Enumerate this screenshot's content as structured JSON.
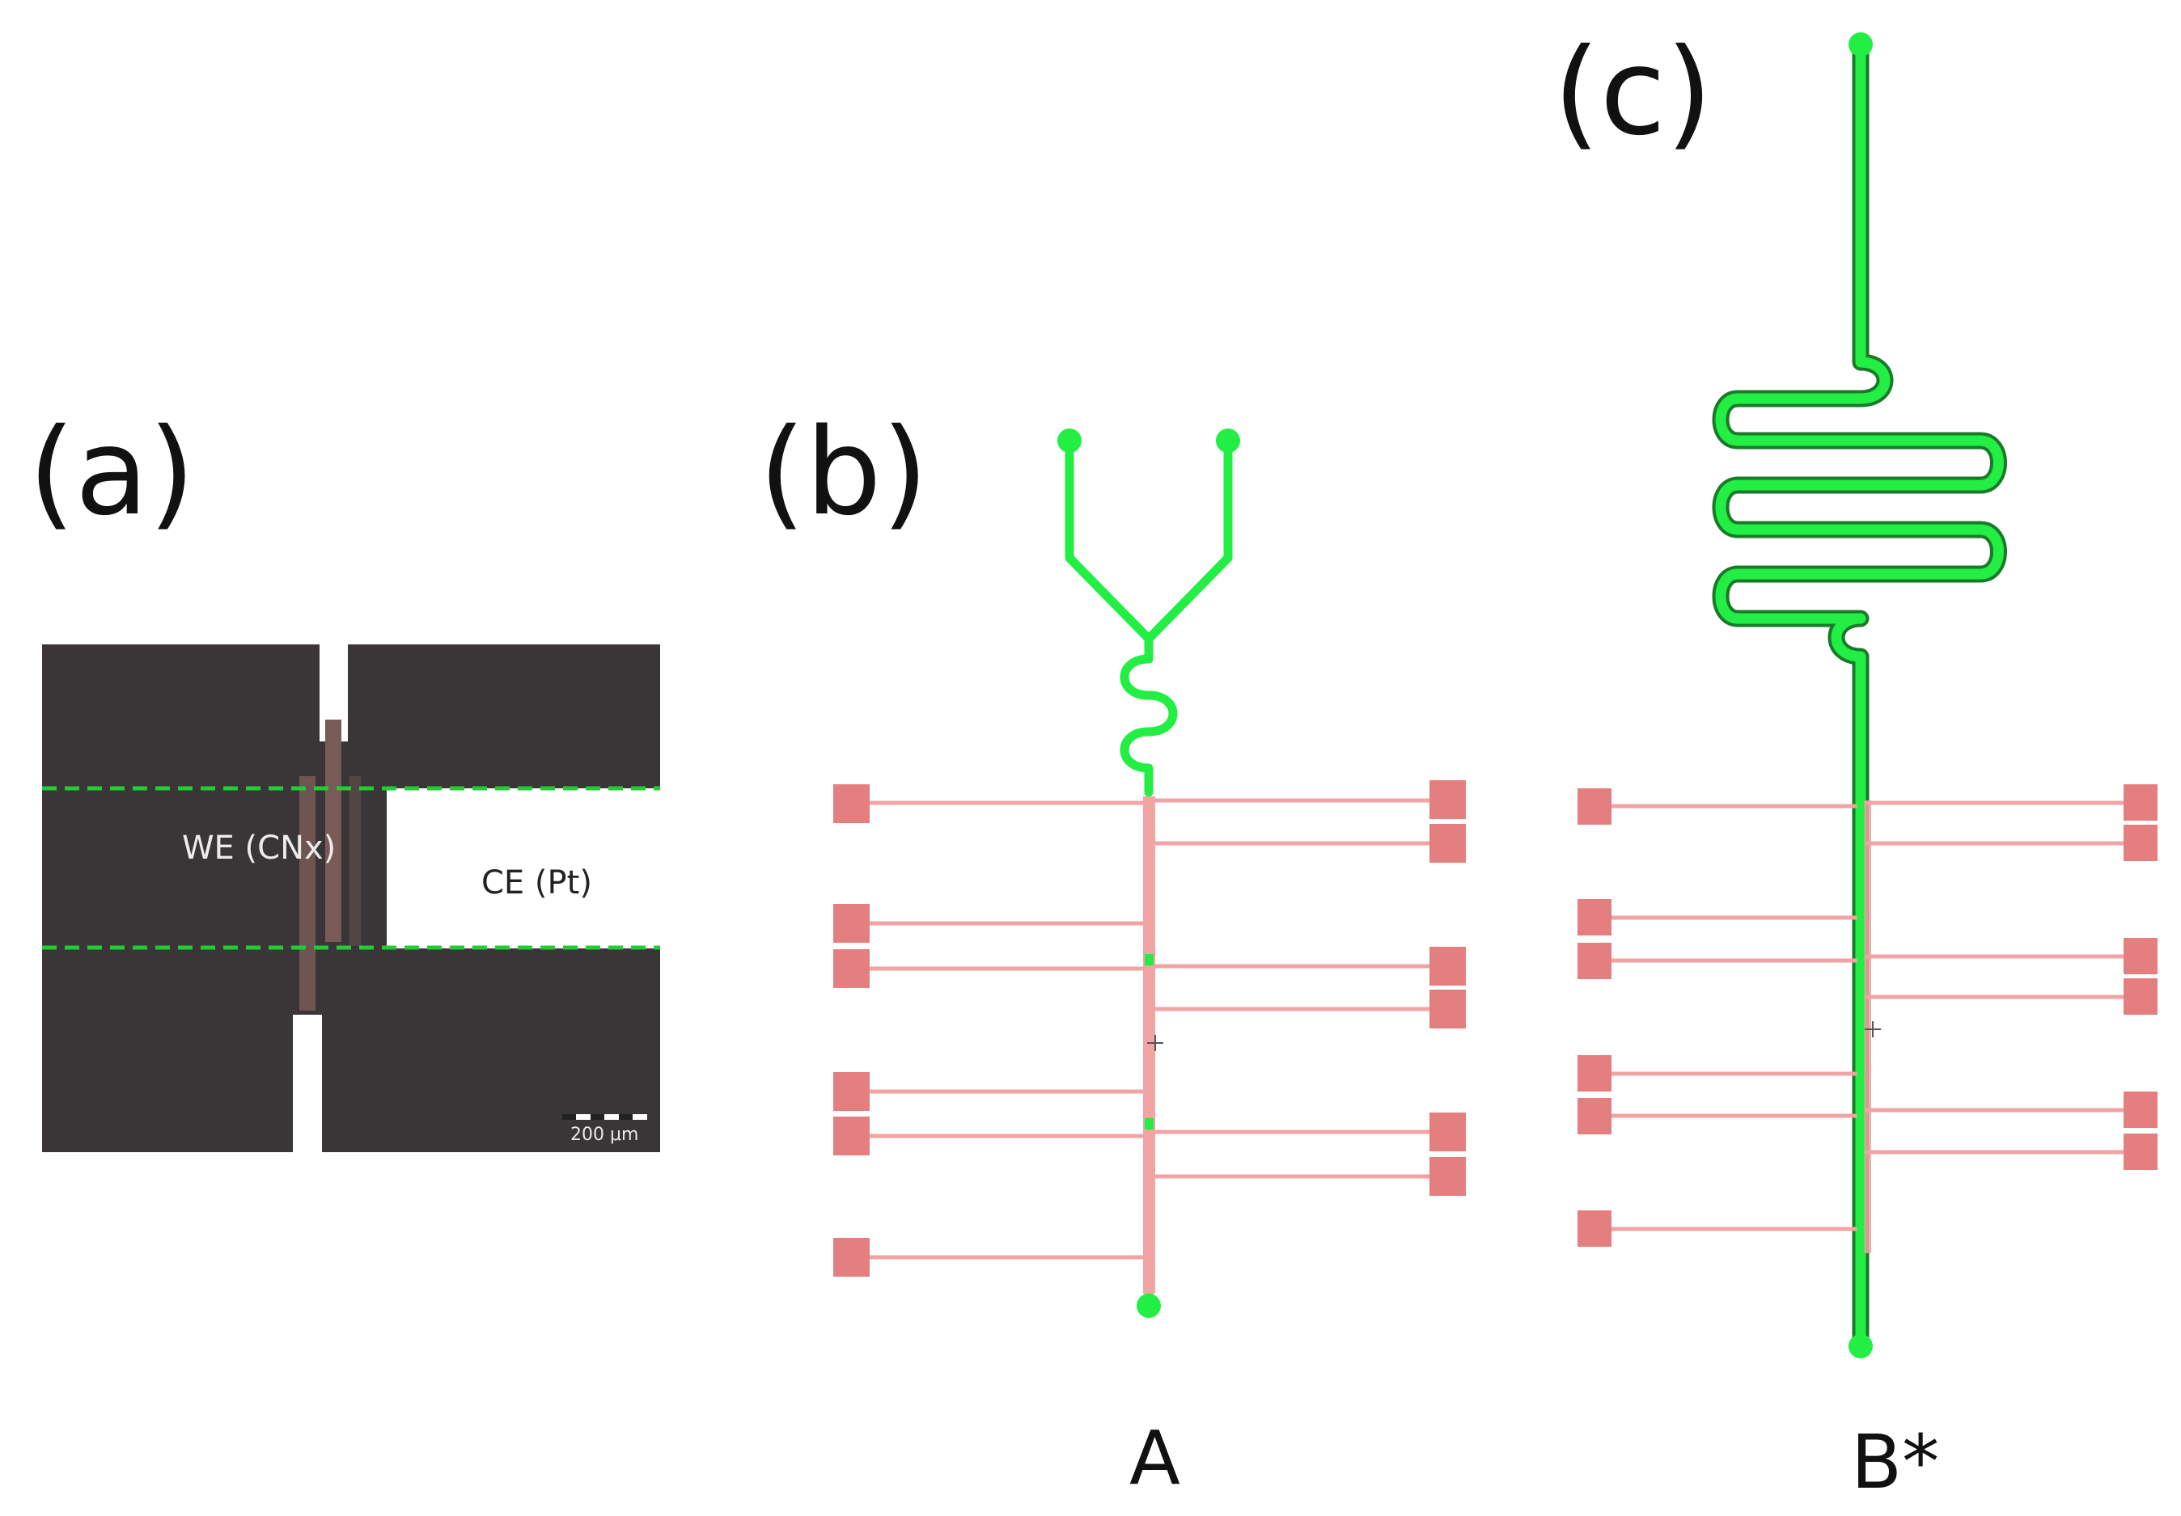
{
  "panels": {
    "a": {
      "label": "(a)",
      "we_label": "WE (CNx)",
      "ce_label": "CE (Pt)",
      "scale_bar": "200 μm"
    },
    "b": {
      "label": "(b)",
      "chip_label": "A"
    },
    "c": {
      "label": "(c)",
      "chip_label": "B*"
    }
  },
  "colors": {
    "channel": "#22ee44",
    "channel_outline": "#1a7a2a",
    "electrode": "#f2a3a3",
    "electrode_pad": "#e57f7f",
    "micrograph_bg": "#3a3638",
    "micrograph_ce": "#ffffff",
    "dashed_line": "#22cc33"
  }
}
